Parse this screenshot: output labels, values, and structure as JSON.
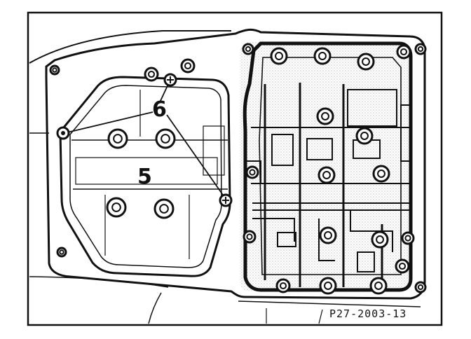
{
  "labels": {
    "callout_filter": "5",
    "callout_screws": "6",
    "figure_ref": "P27-2003-13"
  },
  "colors": {
    "ink": "#111111",
    "paper": "#ffffff",
    "shade": "#6a6a6a"
  }
}
